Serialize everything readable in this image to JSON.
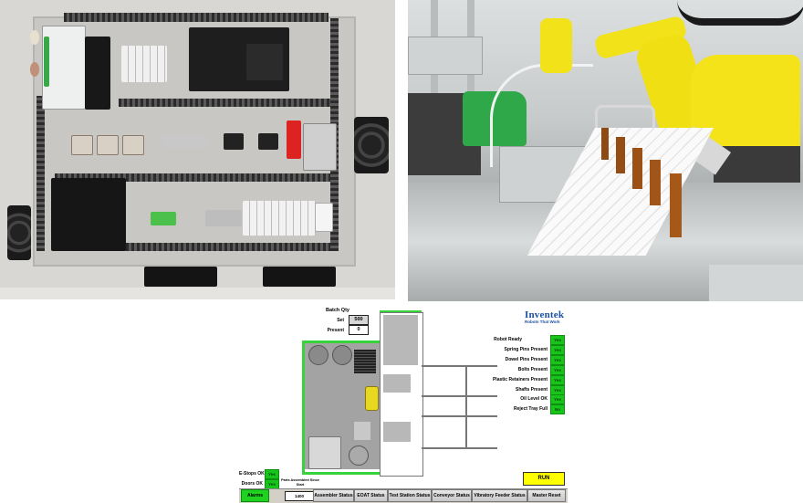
{
  "photos": {
    "left": {
      "subject": "electrical control cabinet",
      "background": "#d9d7d3"
    },
    "right": {
      "subject": "robotic assembly line with yellow robot arms",
      "robot_color": "#f2e21a"
    }
  },
  "hmi": {
    "logo": {
      "brand": "Inventek",
      "tagline": "Robots That Work",
      "color": "#1b4fa0"
    },
    "batch_qty": {
      "title": "Batch Qty",
      "set_label": "Set",
      "set_value": "500",
      "present_label": "Present",
      "present_value": "0"
    },
    "status_indicators": [
      {
        "label": "Robot Ready",
        "value": "Yes"
      },
      {
        "label": "Spring Pins Present",
        "value": "Yes"
      },
      {
        "label": "Dowel Pins Present",
        "value": "Yes"
      },
      {
        "label": "Bolts Present",
        "value": "Yes"
      },
      {
        "label": "Plastic Retainers Present",
        "value": "Yes"
      },
      {
        "label": "Shafts Present",
        "value": "Yes"
      },
      {
        "label": "Oil Level OK",
        "value": "Yes"
      },
      {
        "label": "Reject Tray Full",
        "value": "No"
      }
    ],
    "safety": [
      {
        "label": "E-Stops OK",
        "value": "Yes"
      },
      {
        "label": "Doors OK",
        "value": "Yes"
      }
    ],
    "parts_assembled": {
      "label": "Parts Assembled Since Start",
      "value": "1400"
    },
    "run_button": "RUN",
    "tabs": [
      {
        "label": "Alarms",
        "active": true
      },
      {
        "label": "Assembler Status"
      },
      {
        "label": "EOAT Status"
      },
      {
        "label": "Test Station Status"
      },
      {
        "label": "Conveyor Status"
      },
      {
        "label": "Vibratory Feeder Status"
      },
      {
        "label": "Master Reset"
      }
    ],
    "colors": {
      "indicator_green": "#17c51a",
      "run_yellow": "#ffff00",
      "frame_green": "#38d23a"
    }
  }
}
